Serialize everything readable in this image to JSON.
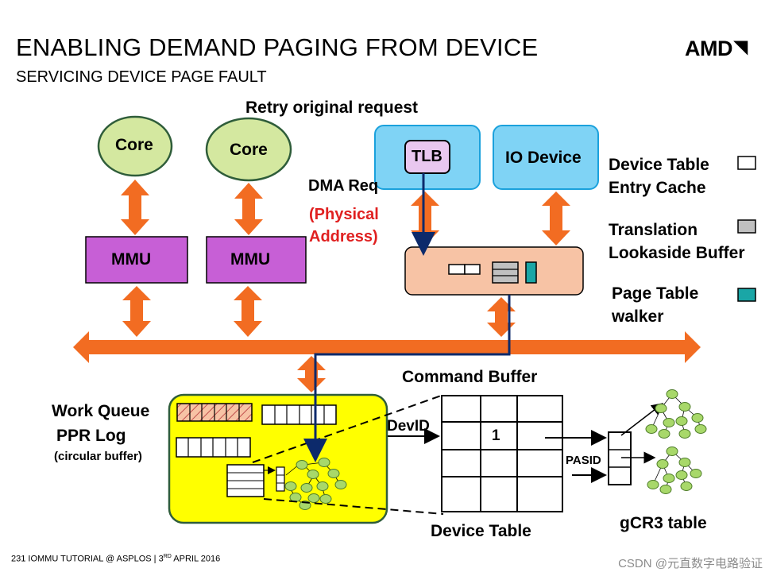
{
  "slide": {
    "title": "ENABLING DEMAND PAGING FROM DEVICE",
    "subtitle": "SERVICING DEVICE PAGE FAULT",
    "logo": "AMD",
    "footer_prefix": "231  IOMMU TUTORIAL @ ASPLOS | 3",
    "footer_sup": "RD",
    "footer_suffix": " APRIL 2016",
    "watermark": "CSDN @元直数字电路验证"
  },
  "diagram": {
    "core_1": "Core",
    "core_2": "Core",
    "mmu_1": "MMU",
    "mmu_2": "MMU",
    "retry_label": "Retry original request",
    "tlb": "TLB",
    "io_device": "IO Device",
    "dma_req": "DMA Req",
    "physical_address_line1": "(Physical",
    "physical_address_line2": "Address)",
    "work_queue": "Work Queue",
    "ppr_log": "PPR Log",
    "circular_buffer": "(circular buffer)",
    "command_buffer": "Command Buffer",
    "devid": "DevID",
    "device_table_cell": "1",
    "pasid": "PASID",
    "device_table": "Device Table",
    "gcr3_table": "gCR3 table"
  },
  "legend": {
    "items": [
      {
        "line1": "Device Table",
        "line2": "Entry Cache",
        "color": "#ffffff"
      },
      {
        "line1": "Translation",
        "line2": "Lookaside Buffer",
        "color": "#c0c0c0"
      },
      {
        "line1": "Page Table",
        "line2": "walker",
        "color": "#1aa6a6"
      }
    ]
  },
  "colors": {
    "core_fill": "#d4e8a0",
    "core_stroke": "#2f5d3a",
    "mmu_fill": "#c75fd6",
    "device_fill": "#7fd3f5",
    "device_stroke": "#1ba1dc",
    "tlb_fill": "#e9c7ef",
    "iommu_fill": "#f7c3a5",
    "bus_orange": "#f26c22",
    "memory_fill": "#ffff00",
    "dark_blue": "#0c2a6b",
    "pa_red": "#e02020",
    "hatch_fill": "#f7c3a5"
  }
}
